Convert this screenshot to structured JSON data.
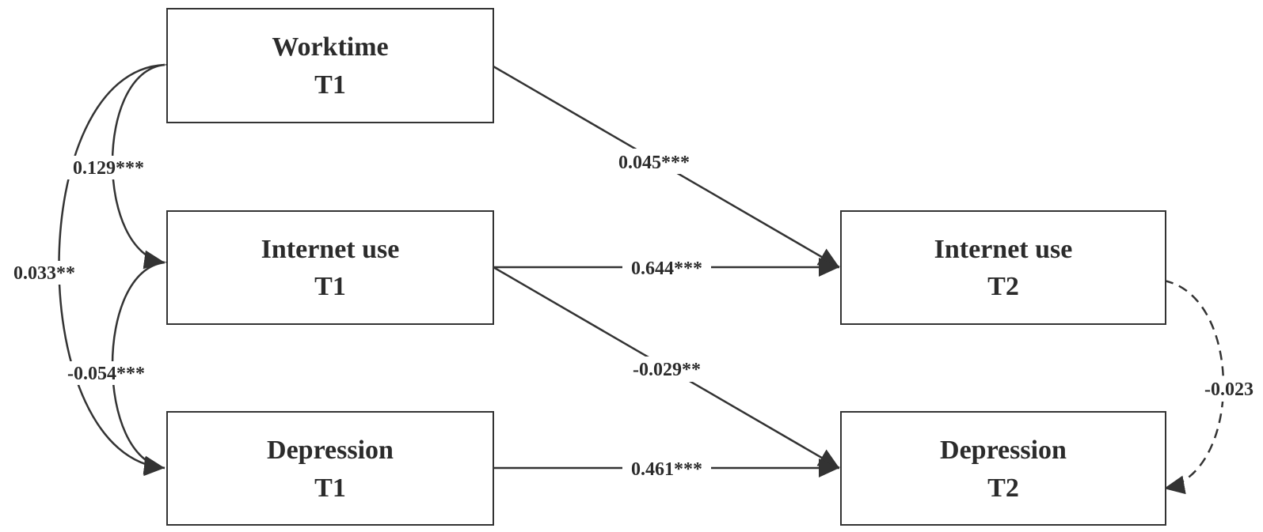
{
  "nodes": {
    "worktime_t1": {
      "line1": "Worktime",
      "line2": "T1"
    },
    "internet_t1": {
      "line1": "Internet use",
      "line2": "T1"
    },
    "depression_t1": {
      "line1": "Depression",
      "line2": "T1"
    },
    "internet_t2": {
      "line1": "Internet use",
      "line2": "T2"
    },
    "depression_t2": {
      "line1": "Depression",
      "line2": "T2"
    }
  },
  "paths": {
    "worktime_to_internet_t2": "0.045***",
    "internet_t1_to_internet_t2": "0.644***",
    "internet_t1_to_depression_t2": "-0.029**",
    "depression_t1_to_depression_t2": "0.461***"
  },
  "covariances": {
    "worktime_internet_t1": "0.129***",
    "internet_depression_t1": "-0.054***",
    "worktime_depression_t1": "0.033**",
    "internet_depression_t2": "-0.023"
  },
  "colors": {
    "stroke": "#333333",
    "text": "#2b2b2b",
    "background": "#ffffff"
  }
}
